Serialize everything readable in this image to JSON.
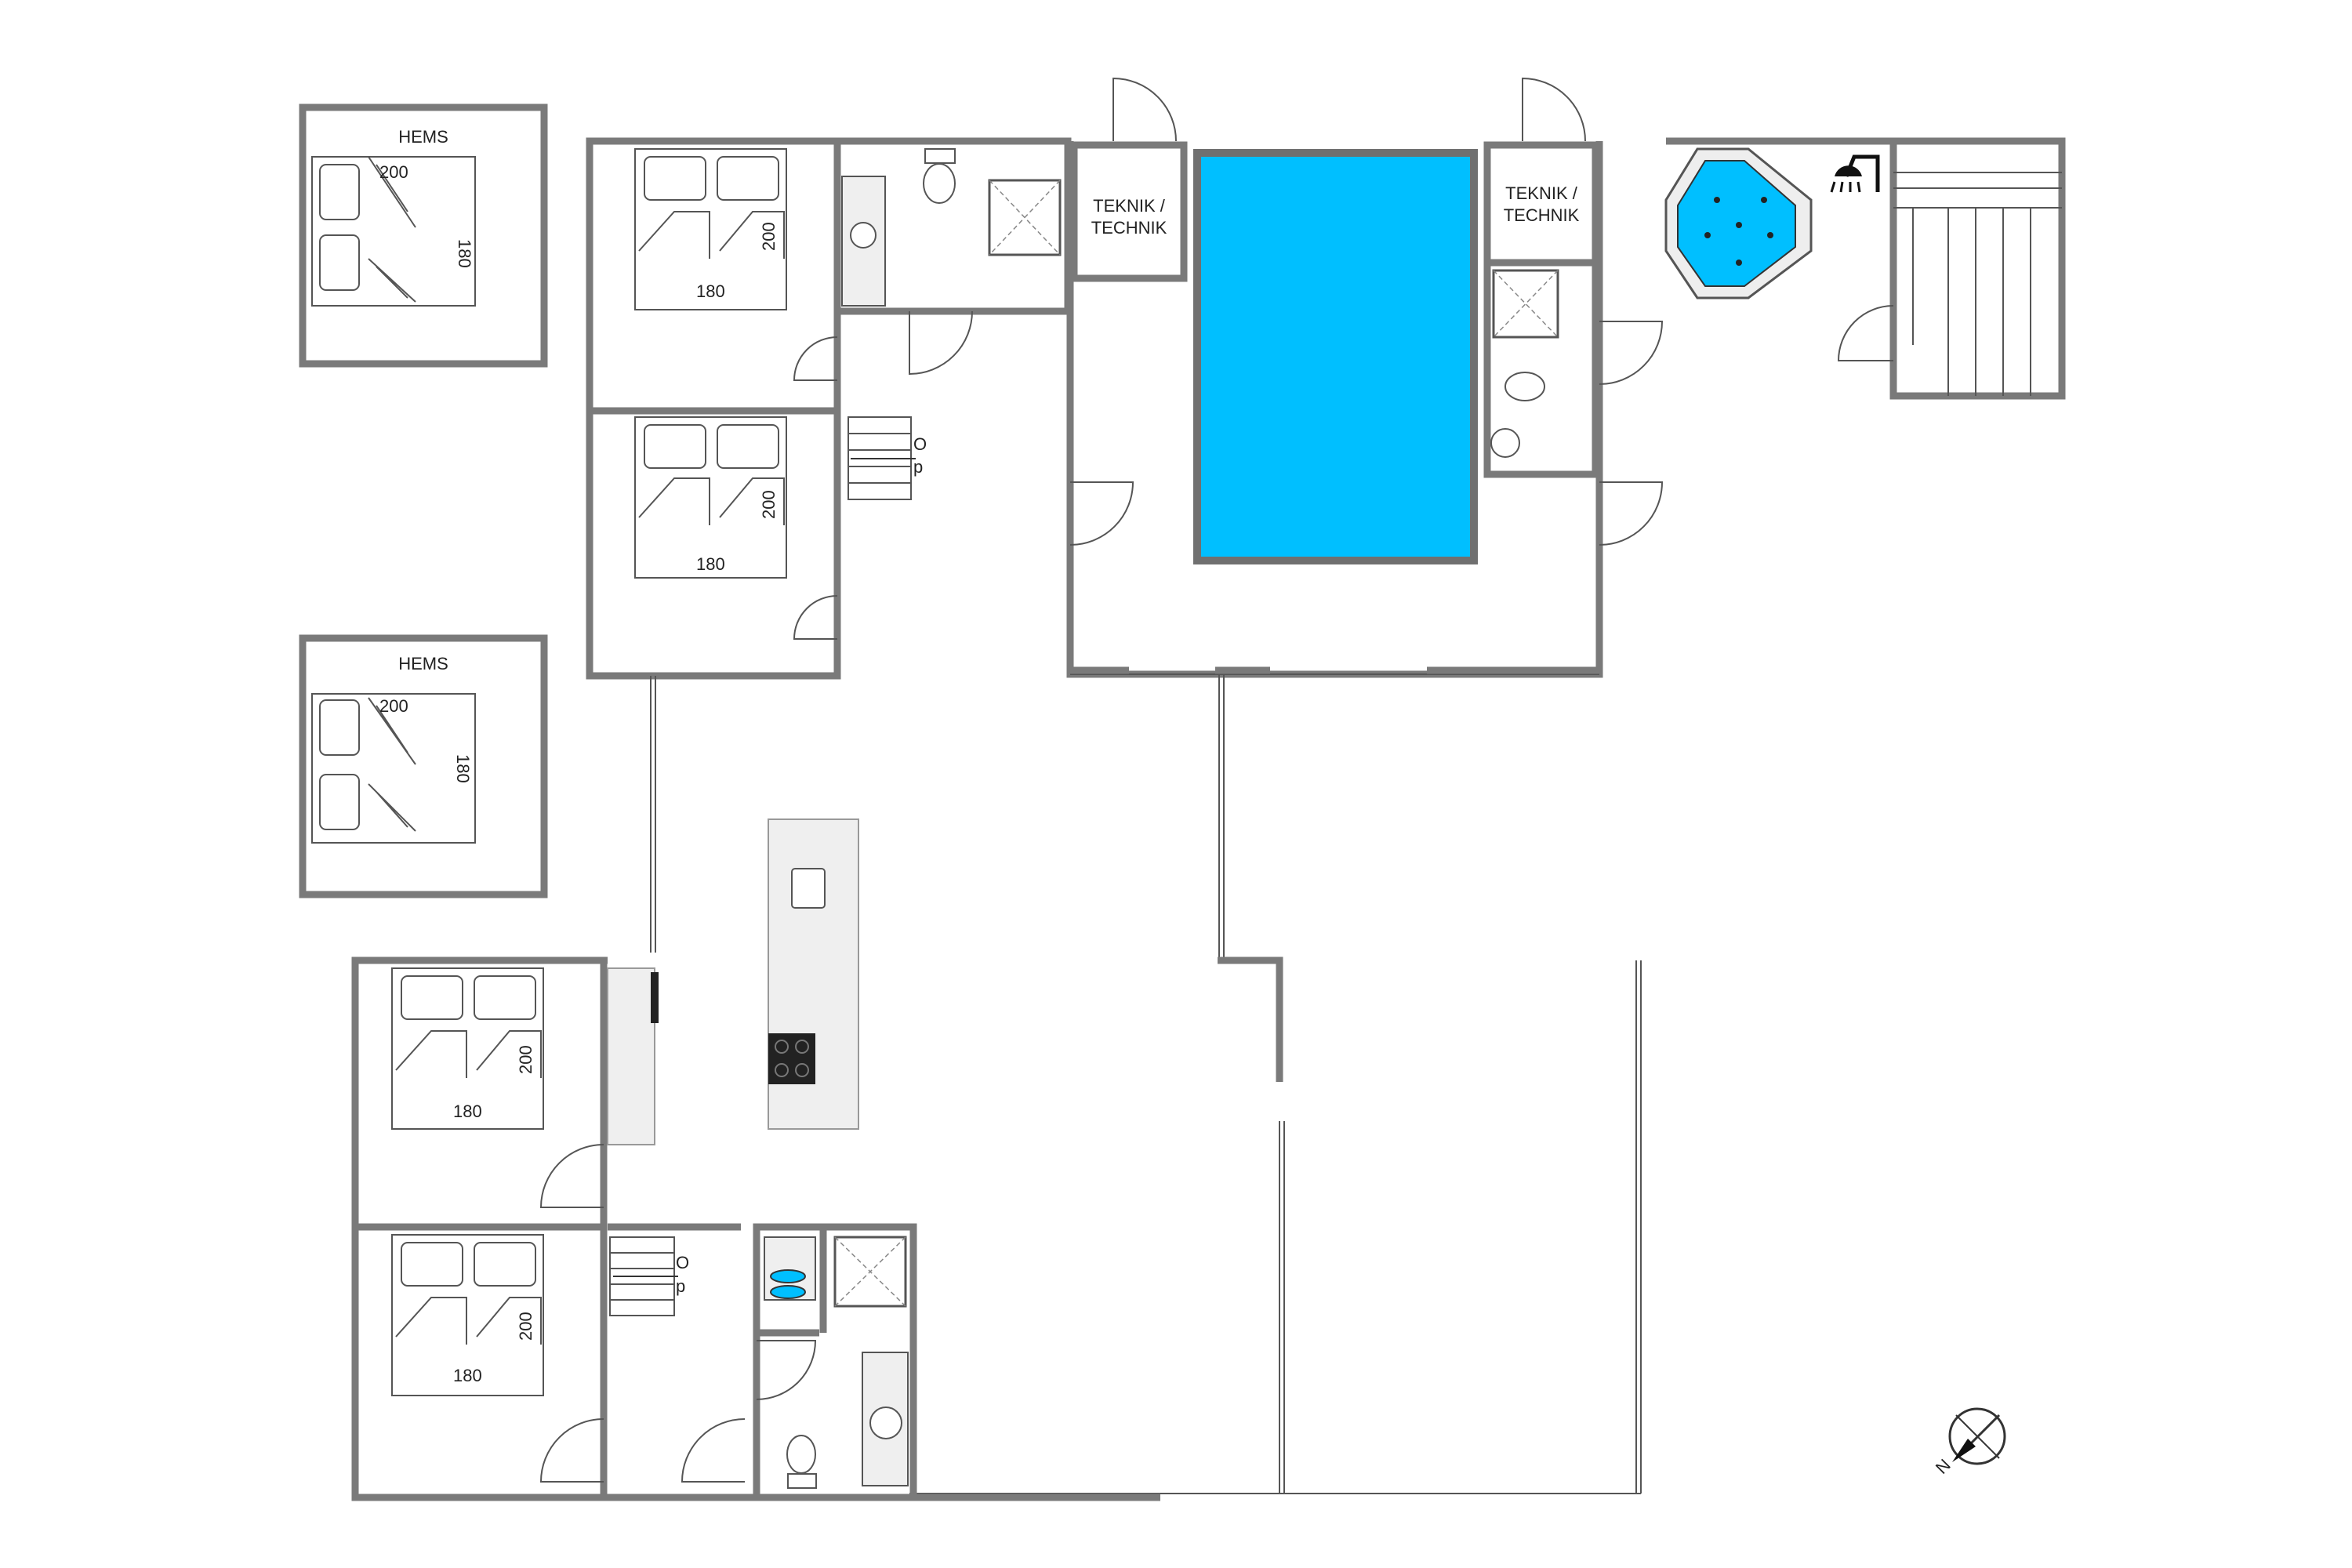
{
  "rooms": {
    "hems_top": "HEMS",
    "hems_bottom": "HEMS",
    "teknik_left_line1": "TEKNIK /",
    "teknik_left_line2": "TECHNIK",
    "teknik_right_line1": "TEKNIK /",
    "teknik_right_line2": "TECHNIK"
  },
  "beds": {
    "hems_top": {
      "length": "200",
      "width": "180"
    },
    "hems_bottom": {
      "length": "200",
      "width": "180"
    },
    "bedroom_1": {
      "length": "200",
      "width": "180"
    },
    "bedroom_2": {
      "length": "200",
      "width": "180"
    },
    "bedroom_3": {
      "length": "200",
      "width": "180"
    },
    "bedroom_4": {
      "length": "200",
      "width": "180"
    }
  },
  "stairs": {
    "upper_line1": "O",
    "upper_line2": "p",
    "lower_line1": "O",
    "lower_line2": "p"
  },
  "compass": {
    "letter": "N"
  },
  "colors": {
    "wall": "#7a7a7a",
    "pool": "#00bfff",
    "fixture_fill": "#efefef",
    "background": "#ffffff"
  }
}
